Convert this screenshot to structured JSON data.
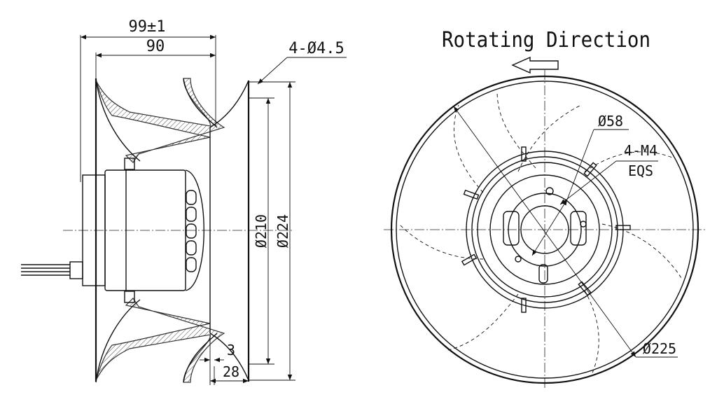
{
  "side_view": {
    "dim_overall_length": "99±1",
    "dim_motor_length": "90",
    "dim_mount_holes": "4-Ø4.5",
    "dim_inner_diameter": "Ø210",
    "dim_outer_diameter": "Ø224",
    "dim_flange_thickness": "3",
    "dim_flange_depth": "28"
  },
  "front_view": {
    "title": "Rotating Direction",
    "dim_hub_diameter": "Ø58",
    "dim_thread_holes": "4-M4",
    "dim_thread_note": "EQS",
    "dim_impeller_diameter": "Ø225"
  }
}
